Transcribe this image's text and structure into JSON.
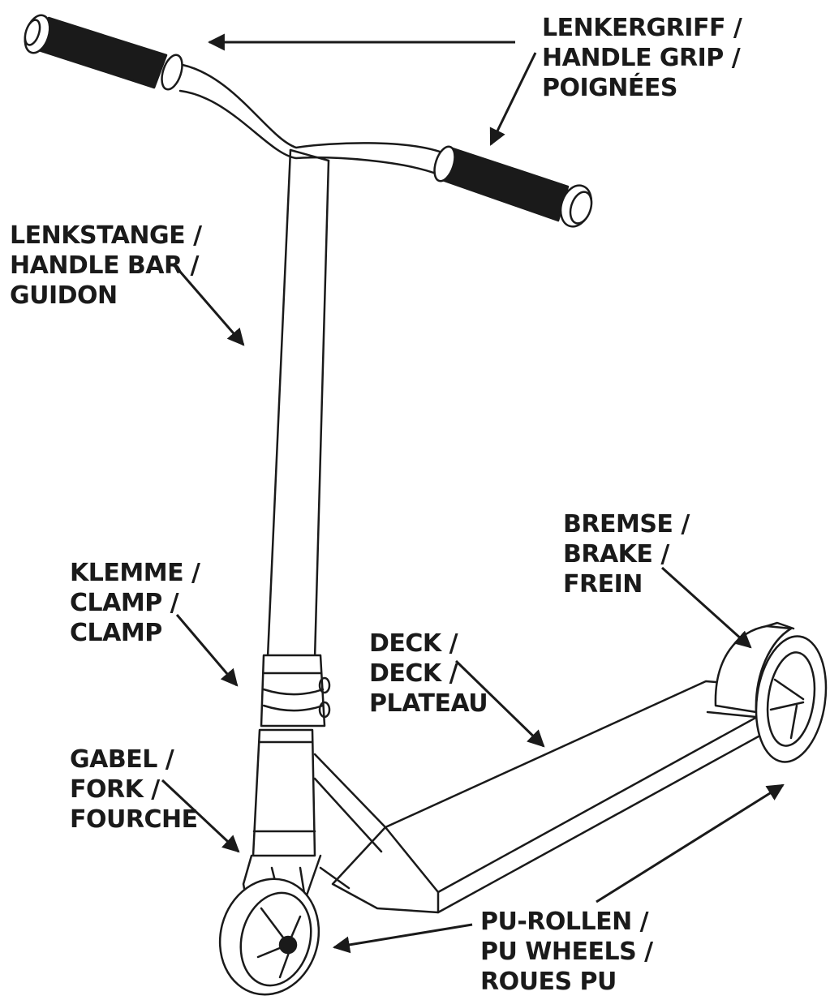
{
  "labels": {
    "grip": {
      "line1": "LENKERGRIFF /",
      "line2": "HANDLE GRIP /",
      "line3": "POIGNÉES"
    },
    "handlebar": {
      "line1": "LENKSTANGE /",
      "line2": "HANDLE BAR /",
      "line3": "GUIDON"
    },
    "clamp": {
      "line1": "KLEMME /",
      "line2": "CLAMP /",
      "line3": "CLAMP"
    },
    "fork": {
      "line1": "GABEL /",
      "line2": "FORK /",
      "line3": "FOURCHE"
    },
    "deck": {
      "line1": "DECK /",
      "line2": "DECK /",
      "line3": "PLATEAU"
    },
    "brake": {
      "line1": "BREMSE /",
      "line2": "BRAKE /",
      "line3": "FREIN"
    },
    "wheels": {
      "line1": "PU-ROLLEN /",
      "line2": "PU WHEELS /",
      "line3": "ROUES PU"
    }
  },
  "colors": {
    "ink": "#1a1a1a",
    "background": "#ffffff",
    "grip_fill": "#1a1a1a"
  }
}
